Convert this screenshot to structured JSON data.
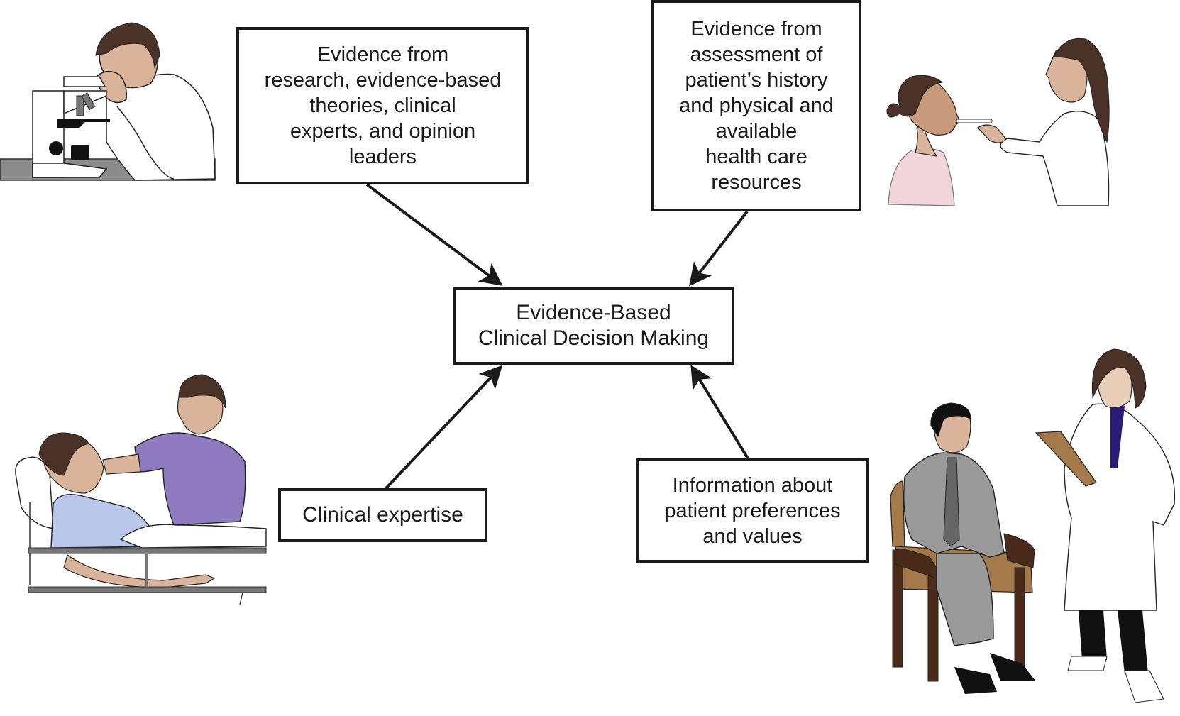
{
  "diagram": {
    "center": {
      "label": "Evidence-Based\nClinical Decision Making"
    },
    "inputs": [
      {
        "id": "research",
        "label": "Evidence from\nresearch, evidence-based\ntheories, clinical\nexperts, and opinion\nleaders",
        "illustration": "researcher-at-microscope"
      },
      {
        "id": "assessment",
        "label": "Evidence from\nassessment of\npatient’s history\nand physical and\navailable\nhealth care\nresources",
        "illustration": "nurse-taking-temperature"
      },
      {
        "id": "expertise",
        "label": "Clinical expertise",
        "illustration": "nurse-with-patient-in-bed"
      },
      {
        "id": "preferences",
        "label": "Information about\npatient preferences\nand values",
        "illustration": "doctor-consulting-seated-patient"
      }
    ],
    "edges": [
      {
        "from": "research",
        "to": "center"
      },
      {
        "from": "assessment",
        "to": "center"
      },
      {
        "from": "expertise",
        "to": "center"
      },
      {
        "from": "preferences",
        "to": "center"
      }
    ],
    "colors": {
      "stroke": "#1a1a1a",
      "skin": "#d9b49a",
      "hair": "#4a3326",
      "scrubs_purple": "#8e7bbf",
      "gown_blue": "#b9c8ea",
      "shirt_pink": "#f2d5da",
      "suit_gray": "#9a9a9a",
      "chair_brown": "#4a2a18",
      "clipboard": "#a57a4a",
      "table_gray": "#8c8c8c"
    }
  }
}
